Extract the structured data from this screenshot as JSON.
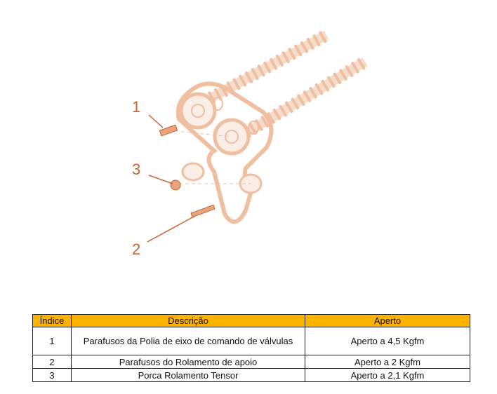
{
  "diagram": {
    "callouts": [
      "1",
      "3",
      "2"
    ],
    "part_color": "#f2c9ad",
    "callout_color": "#c8642e"
  },
  "table": {
    "header_color": "#f9b300",
    "headers": [
      "Índice",
      "Descrição",
      "Aperto"
    ],
    "rows": [
      {
        "index": "1",
        "description": "Parafusos da Polia de eixo de comando de válvulas",
        "torque": "Aperto a 4,5 Kgfm"
      },
      {
        "index": "2",
        "description": "Parafusos do Rolamento de apoio",
        "torque": "Aperto a 2 Kgfm"
      },
      {
        "index": "3",
        "description": "Porca Rolamento Tensor",
        "torque": "Aperto a 2,1 Kgfm"
      }
    ]
  }
}
